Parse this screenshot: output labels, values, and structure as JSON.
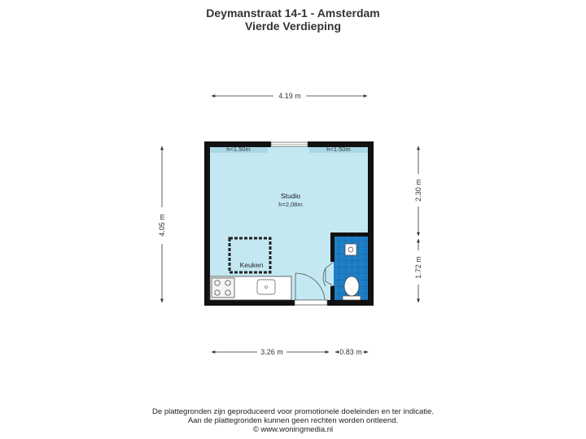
{
  "header": {
    "title": "Deymanstraat 14-1 - Amsterdam",
    "subtitle": "Vierde Verdieping"
  },
  "dimensions": {
    "top_width": "4.19 m",
    "left_height": "4.05 m",
    "right_upper": "2.30 m",
    "right_lower": "1.72 m",
    "bottom_left": "3.26 m",
    "bottom_right": "0.83 m"
  },
  "rooms": {
    "studio_name": "Studio",
    "studio_height": "h=2,08m",
    "ceiling_left": "h<1.50m",
    "ceiling_right": "h<1.50m",
    "kitchen": "Keuken"
  },
  "footer": {
    "line1": "De plattegronden zijn geproduceerd voor promotionele doeleinden en ter indicatie.",
    "line2": "Aan de plattegronden kunnen geen rechten worden ontleend.",
    "line3": "© www.woningmedia.nl"
  },
  "colors": {
    "wall": "#111111",
    "room_fill": "#c3e8f2",
    "low_ceiling_fill": "#a9d8e6",
    "bathroom_tile": "#1f7fc6",
    "dimension_line": "#333333"
  }
}
